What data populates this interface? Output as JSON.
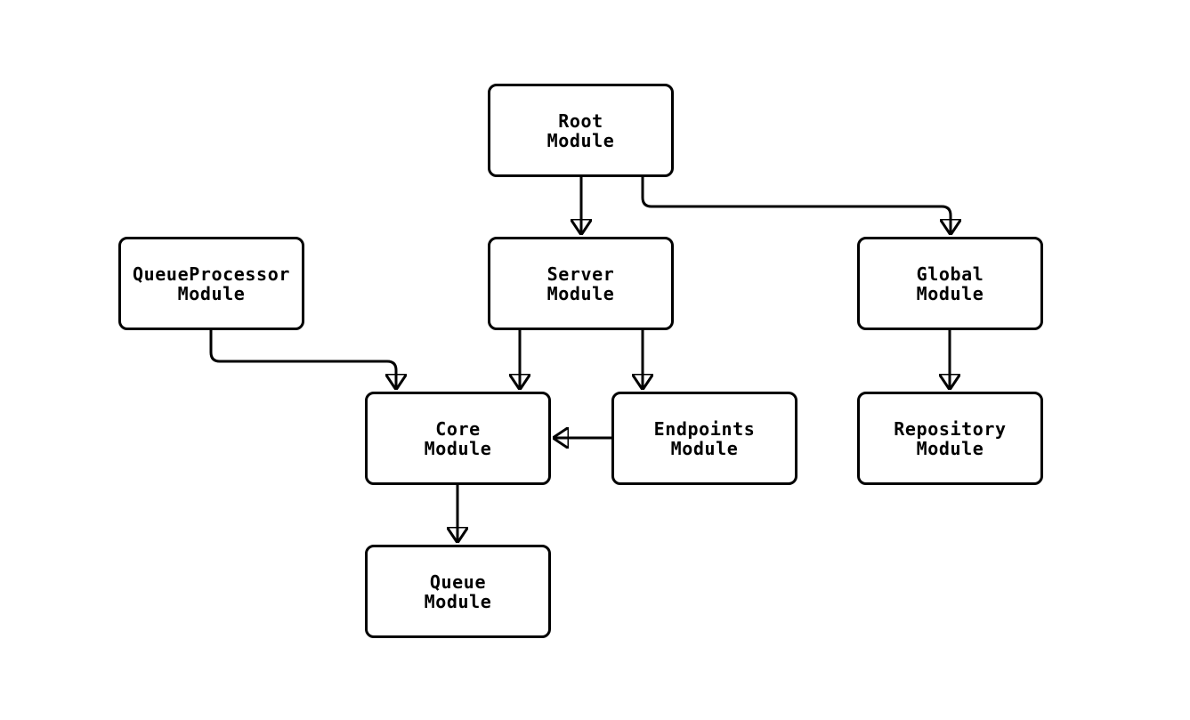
{
  "diagram": {
    "type": "module-dependency-graph",
    "colors": {
      "stroke": "#000000",
      "node_fill": "#ffffff",
      "text": "#000000",
      "background": "#ffffff"
    },
    "nodes": {
      "root": {
        "label": "Root\nModule"
      },
      "queueProcessor": {
        "label": "QueueProcessor\nModule"
      },
      "server": {
        "label": "Server\nModule"
      },
      "global": {
        "label": "Global\nModule"
      },
      "core": {
        "label": "Core\nModule"
      },
      "endpoints": {
        "label": "Endpoints\nModule"
      },
      "repository": {
        "label": "Repository\nModule"
      },
      "queue": {
        "label": "Queue\nModule"
      }
    },
    "edges": [
      {
        "from": "Root Module",
        "to": "Server Module"
      },
      {
        "from": "Root Module",
        "to": "Global Module"
      },
      {
        "from": "QueueProcessor Module",
        "to": "Core Module"
      },
      {
        "from": "Server Module",
        "to": "Core Module"
      },
      {
        "from": "Server Module",
        "to": "Endpoints Module"
      },
      {
        "from": "Endpoints Module",
        "to": "Core Module"
      },
      {
        "from": "Core Module",
        "to": "Queue Module"
      },
      {
        "from": "Global Module",
        "to": "Repository Module"
      }
    ]
  }
}
